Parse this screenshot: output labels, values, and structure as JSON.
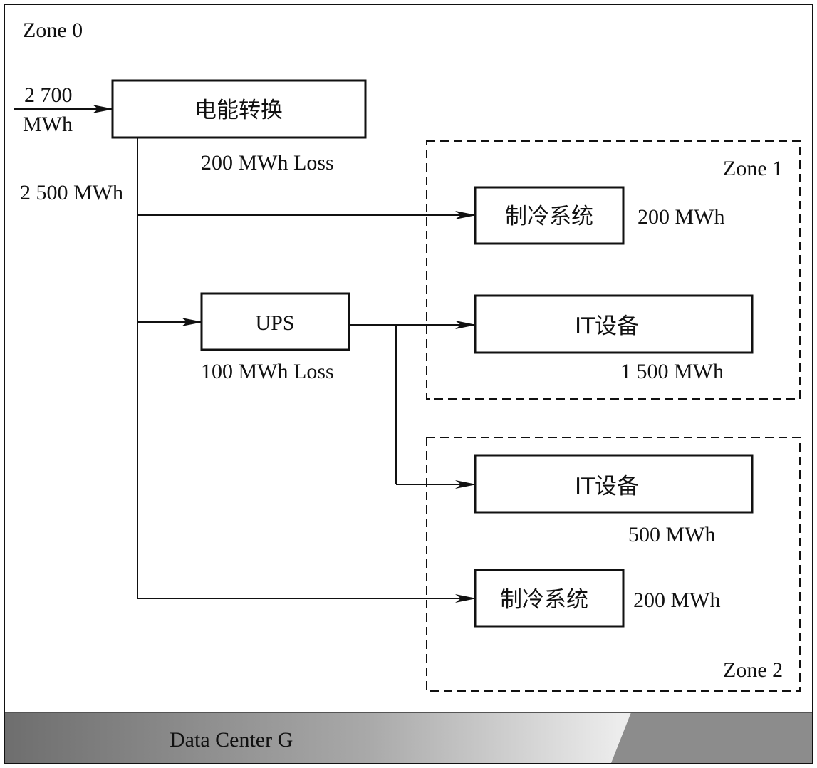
{
  "zone0": {
    "label": "Zone 0"
  },
  "zone1": {
    "label": "Zone 1"
  },
  "zone2": {
    "label": "Zone 2"
  },
  "input": {
    "line1": "2 700",
    "line2": "MWh"
  },
  "conversion": {
    "label": "电能转换",
    "loss": "200 MWh Loss",
    "output": "2 500 MWh"
  },
  "ups": {
    "label": "UPS",
    "loss": "100 MWh Loss"
  },
  "cooling1": {
    "label": "制冷系统",
    "value": "200 MWh"
  },
  "it1": {
    "label": "IT设备",
    "value": "1 500 MWh"
  },
  "it2": {
    "label": "IT设备",
    "value": "500 MWh"
  },
  "cooling2": {
    "label": "制冷系统",
    "value": "200 MWh"
  },
  "footer": {
    "label": "Data Center G"
  },
  "colors": {
    "line": "#111111",
    "footer_dark": "#6e6e6e",
    "footer_light": "#ececec",
    "footer_right": "#8a8a8a"
  }
}
